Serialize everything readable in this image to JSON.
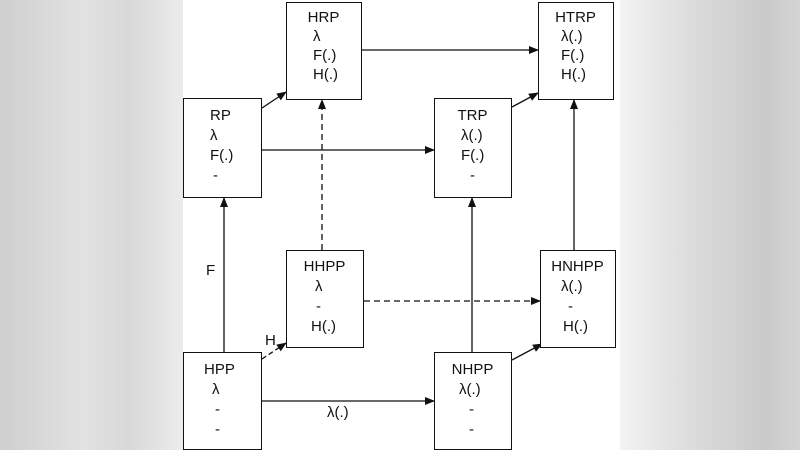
{
  "nodes": {
    "hrp": {
      "title": "HRP",
      "l1": "λ",
      "l2": "F(.)",
      "l3": "H(.)"
    },
    "htrp": {
      "title": "HTRP",
      "l1": "λ(.)",
      "l2": "F(.)",
      "l3": "H(.)"
    },
    "rp": {
      "title": "RP",
      "l1": "λ",
      "l2": "F(.)",
      "l3": "-"
    },
    "trp": {
      "title": "TRP",
      "l1": "λ(.)",
      "l2": "F(.)",
      "l3": "-"
    },
    "hhpp": {
      "title": "HHPP",
      "l1": "λ",
      "l2": "-",
      "l3": "H(.)"
    },
    "hnhpp": {
      "title": "HNHPP",
      "l1": "λ(.)",
      "l2": "-",
      "l3": "H(.)"
    },
    "hpp": {
      "title": "HPP",
      "l1": "λ",
      "l2": "-",
      "l3": "-"
    },
    "nhpp": {
      "title": "NHPP",
      "l1": "λ(.)",
      "l2": "-",
      "l3": "-"
    }
  },
  "edge_labels": {
    "hpp_rp": "F",
    "hpp_hhpp": "H",
    "hpp_nhpp": "λ(.)"
  },
  "colors": {
    "ink": "#111111",
    "page": "#ffffff"
  }
}
